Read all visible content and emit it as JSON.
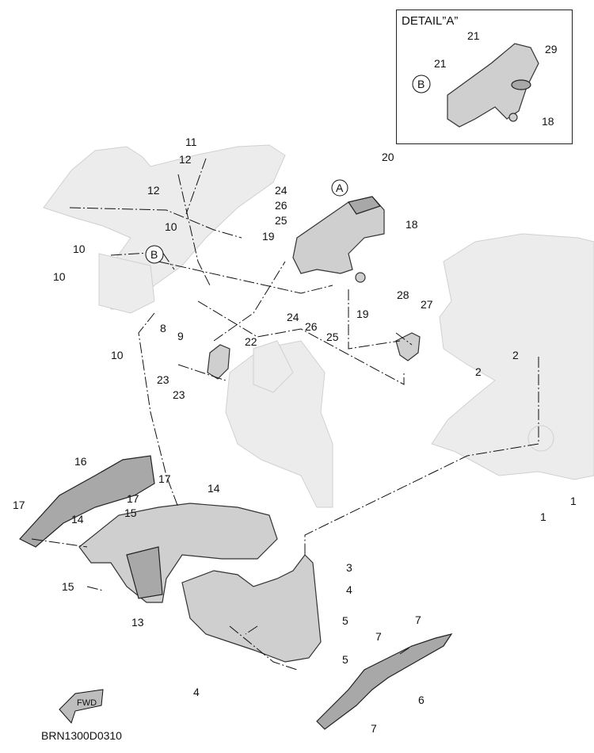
{
  "detail_title": "DETAIL”A”",
  "drawing_code": "BRN1300D0310",
  "fwd_label": "FWD",
  "reference_letters": [
    "A",
    "B"
  ],
  "callouts": [
    "1",
    "2",
    "3",
    "4",
    "5",
    "6",
    "7",
    "8",
    "9",
    "10",
    "11",
    "12",
    "13",
    "14",
    "15",
    "16",
    "17",
    "18",
    "19",
    "20",
    "21",
    "22",
    "23",
    "24",
    "25",
    "26",
    "27",
    "28",
    "29"
  ]
}
